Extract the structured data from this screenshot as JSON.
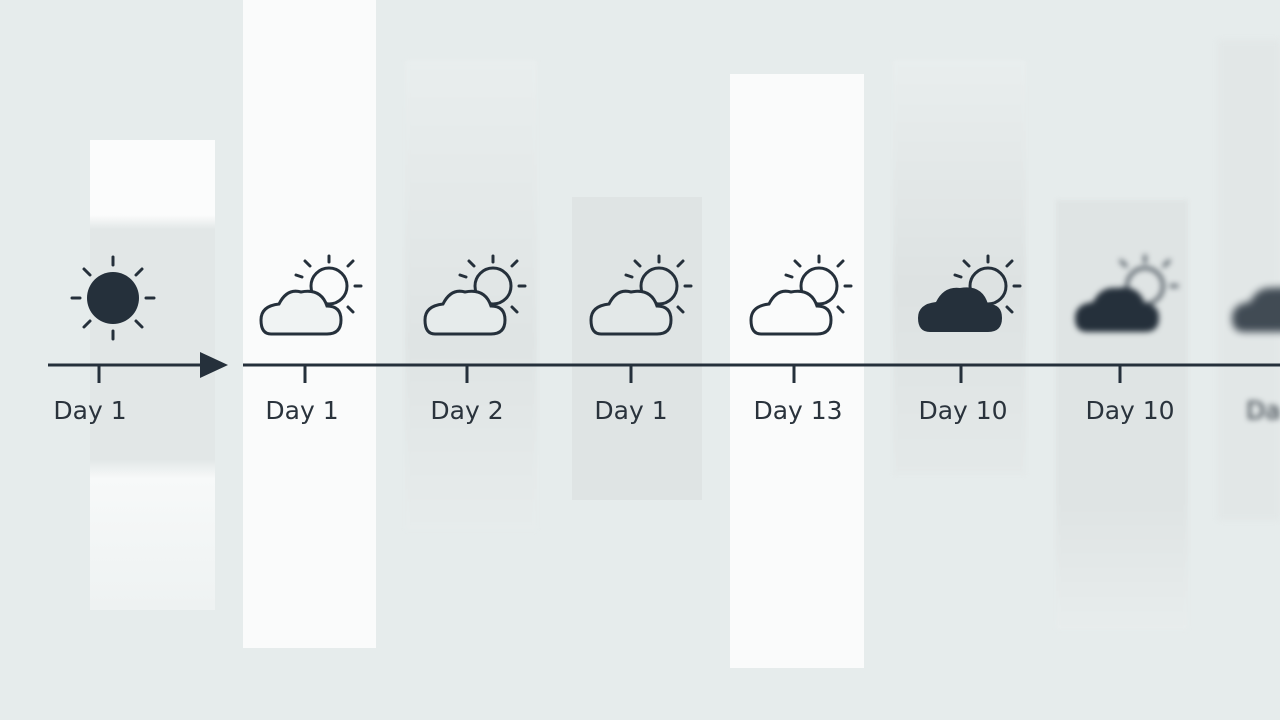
{
  "colors": {
    "background": "#e6ecec",
    "ink": "#25303b"
  },
  "days": [
    {
      "label": "Day 1",
      "icon": "sun-icon"
    },
    {
      "label": "Day 1",
      "icon": "partly-cloudy-icon"
    },
    {
      "label": "Day 2",
      "icon": "partly-cloudy-icon"
    },
    {
      "label": "Day 1",
      "icon": "partly-cloudy-icon"
    },
    {
      "label": "Day 13",
      "icon": "partly-cloudy-icon"
    },
    {
      "label": "Day 10",
      "icon": "partly-cloudy-filled-icon"
    },
    {
      "label": "Day 10",
      "icon": "partly-cloudy-filled-icon"
    },
    {
      "label": "Da",
      "icon": "cloud-filled-icon"
    }
  ]
}
